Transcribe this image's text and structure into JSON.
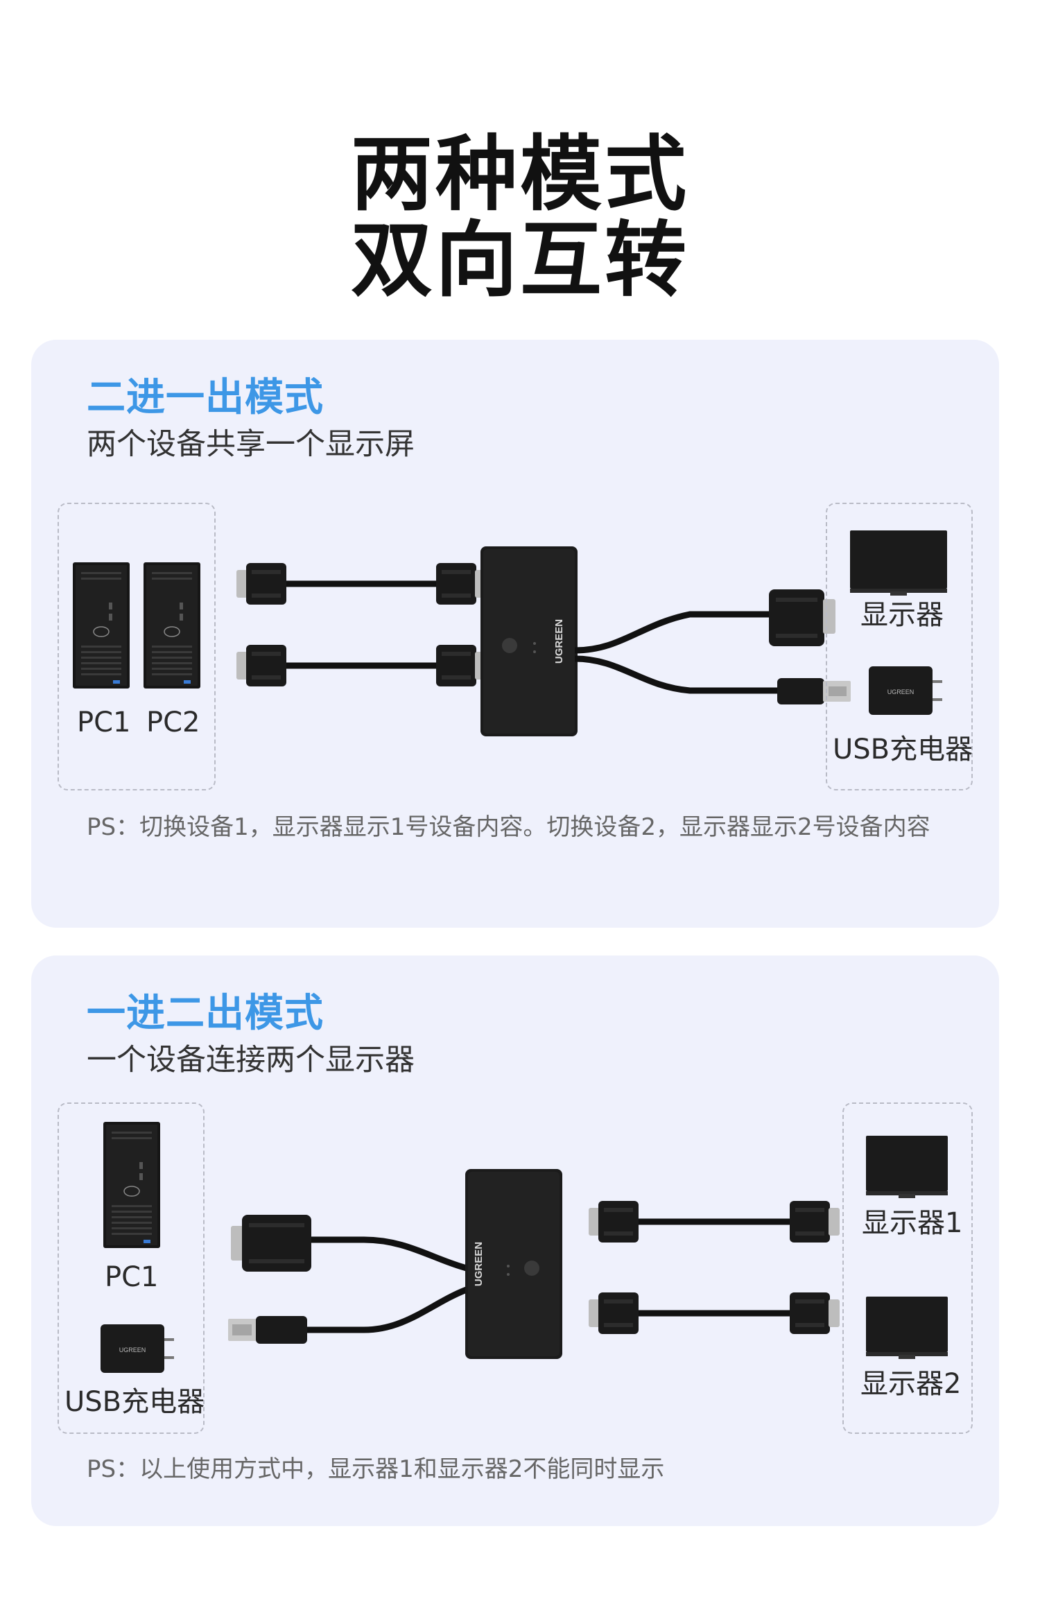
{
  "hero": {
    "line1": "两种模式",
    "line2": "双向互转"
  },
  "mode1": {
    "title": "二进一出模式",
    "subtitle": "两个设备共享一个显示屏",
    "pc_labels": [
      "PC1",
      "PC2"
    ],
    "monitor_label": "显示器",
    "charger_label": "USB充电器",
    "ps": "PS：切换设备1，显示器显示1号设备内容。切换设备2，显示器显示2号设备内容"
  },
  "mode2": {
    "title": "一进二出模式",
    "subtitle": "一个设备连接两个显示器",
    "pc_label": "PC1",
    "charger_label": "USB充电器",
    "monitor_labels": [
      "显示器1",
      "显示器2"
    ],
    "ps": "PS：以上使用方式中，显示器1和显示器2不能同时显示"
  },
  "brand": "UGREEN",
  "colors": {
    "accent": "#3d97e6",
    "card_bg": "#eff1fc",
    "device": "#1b1b1b"
  }
}
